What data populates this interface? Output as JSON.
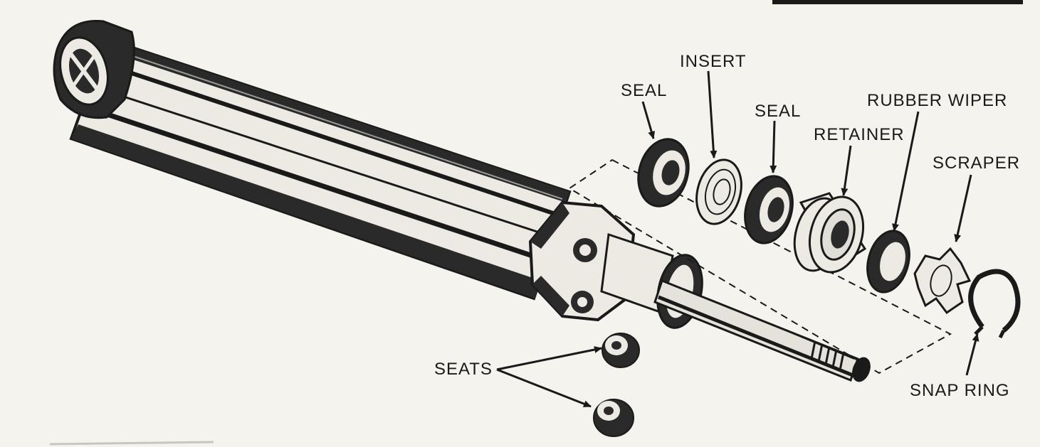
{
  "colors": {
    "paper": "#f4f3ee",
    "ink": "#1a1a1a",
    "dark_metal": "#2a2a2a",
    "light_metal": "#e8e6df"
  },
  "labels": {
    "seal_1": "SEAL",
    "insert": "INSERT",
    "seal_2": "SEAL",
    "retainer": "RETAINER",
    "rubber_wiper": "RUBBER WIPER",
    "scraper": "SCRAPER",
    "snap_ring": "SNAP RING",
    "seats": "SEATS"
  }
}
